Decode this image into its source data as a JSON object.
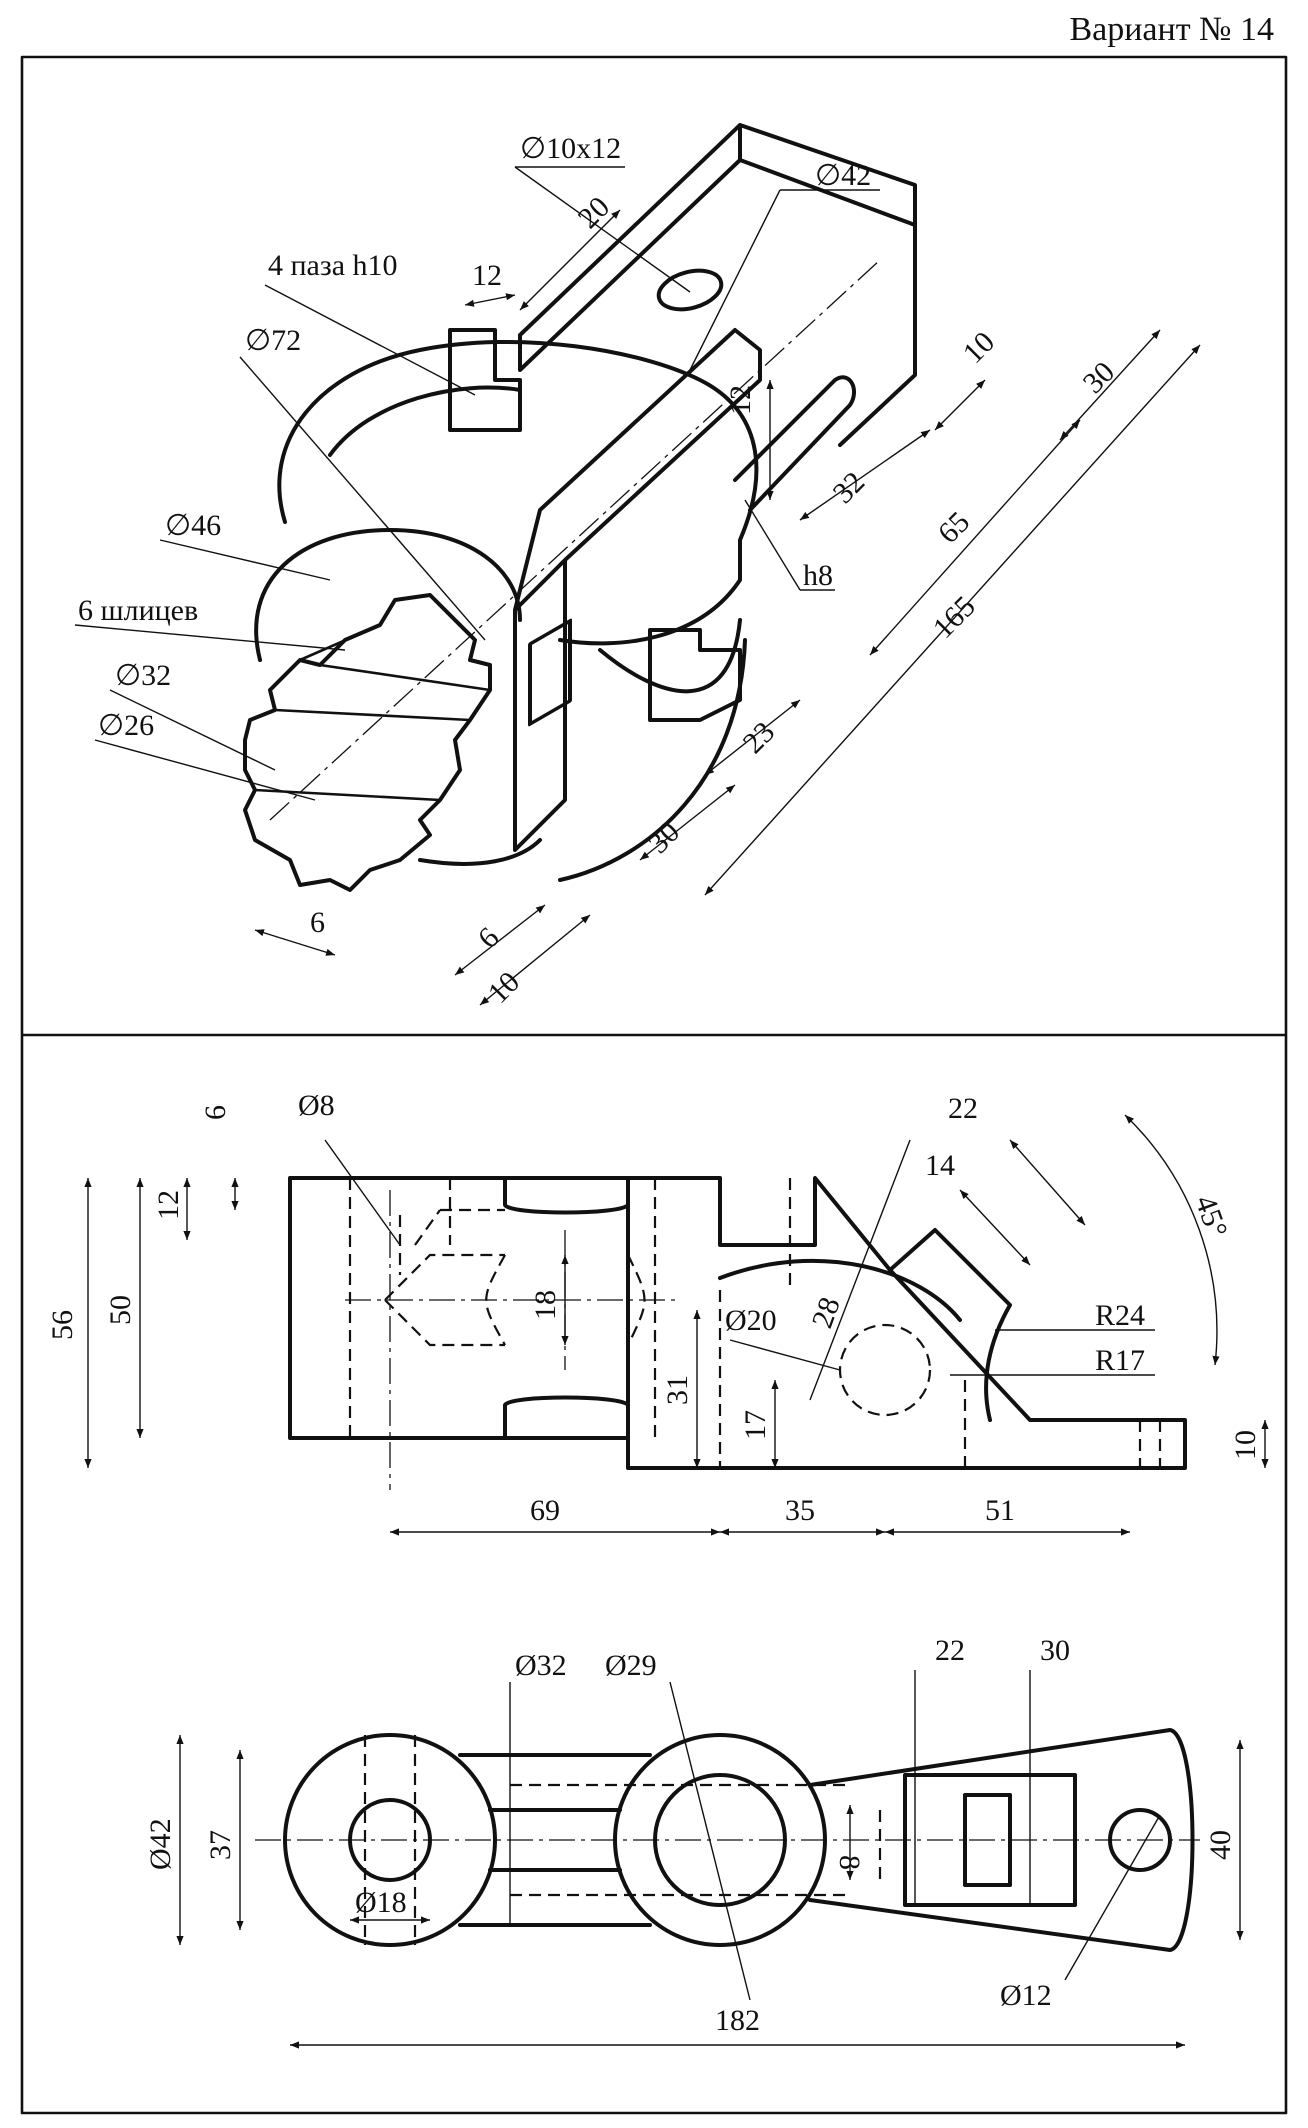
{
  "header": {
    "variant": "Вариант № 14"
  },
  "iso_view": {
    "dims": {
      "d10x12": "∅10x12",
      "d42": "∅42",
      "slots4": "4 паза h10",
      "d72": "∅72",
      "d46": "∅46",
      "splines6": "6 шлицев",
      "d32": "∅32",
      "d26": "∅26",
      "n20": "20",
      "n12a": "12",
      "n10a": "10",
      "n30a": "30",
      "n12b": "12",
      "n32": "32",
      "n65": "65",
      "h8": "h8",
      "n165": "165",
      "n23": "23",
      "n30b": "30",
      "n6a": "6",
      "n6b": "6",
      "n10b": "10"
    }
  },
  "front_view": {
    "dims": {
      "n6": "6",
      "d8": "Ø8",
      "n12": "12",
      "n56": "56",
      "n50": "50",
      "n18": "18",
      "n31": "31",
      "n69": "69",
      "n35": "35",
      "n51": "51",
      "d20": "Ø20",
      "n28": "28",
      "n17": "17",
      "n22": "22",
      "n14": "14",
      "deg45": "45°",
      "r24": "R24",
      "r17": "R17",
      "n10": "10"
    }
  },
  "top_view": {
    "dims": {
      "d32": "Ø32",
      "d29": "Ø29",
      "n22": "22",
      "n30": "30",
      "d42": "Ø42",
      "n37": "37",
      "n8": "8",
      "n40": "40",
      "d18": "Ø18",
      "d12": "Ø12",
      "n182": "182"
    }
  }
}
